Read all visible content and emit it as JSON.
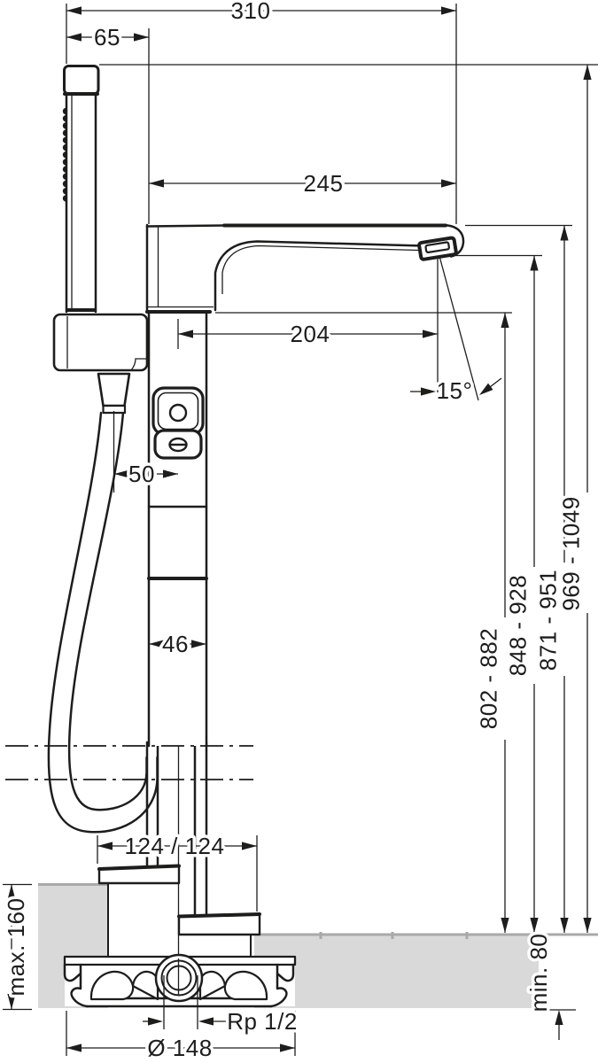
{
  "dimensions": {
    "total_width": "310",
    "handshower_offset": "65",
    "spout_width": "245",
    "spout_reach": "204",
    "spray_angle": "15°",
    "hose_offset": "50",
    "riser_width": "46",
    "height_to_spout_underside": "802 - 882",
    "height_to_outlet": "848 - 928",
    "height_to_spout_top": "871 - 951",
    "overall_height": "969 - 1049",
    "escutcheon_width": "124 / 124",
    "max_floor_buildup": "max. 160",
    "min_floor_buildup": "min. 80",
    "connection_size": "Rp 1/2",
    "base_plate_diameter": "Ø 148"
  },
  "colors": {
    "line": "#1d1d1b",
    "floor_fill": "#d9d9d9",
    "floor_edge": "#a9a9a9",
    "background": "#ffffff"
  }
}
